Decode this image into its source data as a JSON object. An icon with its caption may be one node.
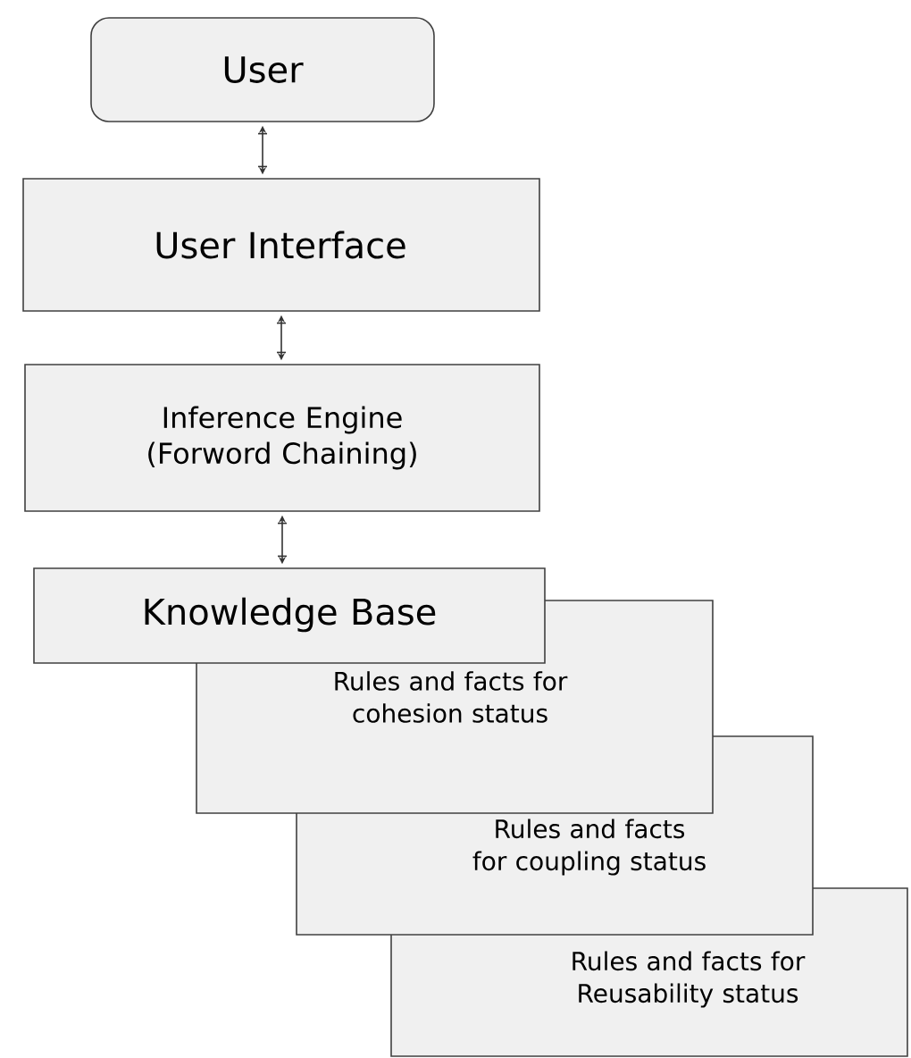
{
  "diagram": {
    "nodes": [
      {
        "text": [
          "User"
        ]
      },
      {
        "text": [
          "User Interface"
        ]
      },
      {
        "text": [
          "Inference Engine (Forword Chaining)"
        ]
      },
      {
        "text": [
          "Knowledge Base"
        ]
      },
      {
        "text": [
          "Rules and facts for cohesion status"
        ]
      },
      {
        "text": [
          "Rules and facts for coupling status"
        ]
      },
      {
        "text": [
          "Rules and facts for Reusability status"
        ]
      }
    ],
    "edges": [
      {
        "from": 0,
        "to": 1,
        "arrow": "both"
      },
      {
        "from": 1,
        "to": 2,
        "arrow": "both"
      },
      {
        "from": 2,
        "to": 3,
        "arrow": "both"
      }
    ]
  }
}
